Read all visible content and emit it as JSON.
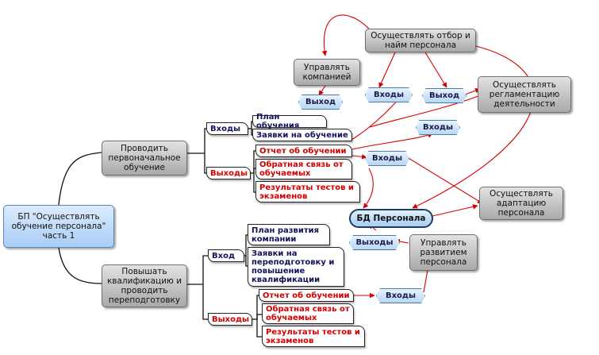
{
  "diagram": {
    "root": "БП \"Осуществлять обучение персонала\" часть 1",
    "branch1": {
      "title": "Проводить первоначальное обучение",
      "inputs_label": "Входы",
      "inputs": [
        "План обучения",
        "Заявки на обучение"
      ],
      "outputs_label": "Выходы",
      "outputs": [
        "Отчет об обучении",
        "Обратная связь от обучаемых",
        "Результаты тестов и экзаменов"
      ]
    },
    "branch2": {
      "title": "Повышать квалификацию и проводить переподготовку",
      "inputs_label": "Вход",
      "inputs": [
        "План развития компании",
        "Заявки на переподготовку и повышение квалификации"
      ],
      "outputs_label": "Выходы",
      "outputs": [
        "Отчет об обучении",
        "Обратная связь от обучаемых",
        "Результаты тестов и экзаменов"
      ]
    },
    "processes": {
      "manage_company": "Управлять компанией",
      "recruit": "Осуществлять отбор и найм персонала",
      "regulate": "Осуществлять регламентацию деятельности",
      "adapt": "Осуществлять адаптацию персонала",
      "develop": "Управлять развитием персонала"
    },
    "database": "БД Персонала",
    "connectors": {
      "vyhod_1": "Выход",
      "vhody_1": "Входы",
      "vyhod_2": "Выход",
      "vhody_2": "Входы",
      "vhody_3": "Входы",
      "vyhody_4": "Выходы",
      "vhody_5": "Входы"
    },
    "colors": {
      "relation": "#d40000",
      "input_text": "#13135a",
      "output_text": "#d40000",
      "process_fill": "#b5b5b5",
      "connector_fill": "#cfe6fa"
    }
  }
}
